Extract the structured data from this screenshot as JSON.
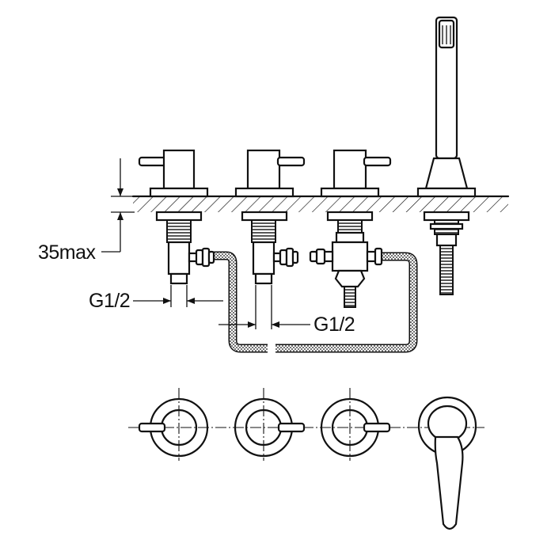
{
  "labels": {
    "height_dim": "35max",
    "thread_left": "G1/2",
    "thread_center": "G1/2"
  },
  "colors": {
    "line": "#111111",
    "background": "#ffffff"
  }
}
